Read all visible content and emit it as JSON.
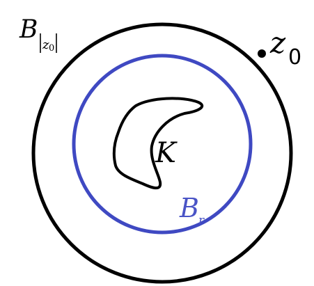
{
  "labels": {
    "outer_ball": {
      "main": "B",
      "sub": "z",
      "sub_index": "0"
    },
    "point": {
      "main": "z",
      "sub": "0"
    },
    "compact_set": "K",
    "inner_ball": {
      "main": "B",
      "sub": "r"
    }
  },
  "colors": {
    "outer_circle": "#000000",
    "inner_circle": "#3f49c2",
    "compact_set": "#000000",
    "inner_label": "#4a54c6",
    "point": "#000000"
  }
}
